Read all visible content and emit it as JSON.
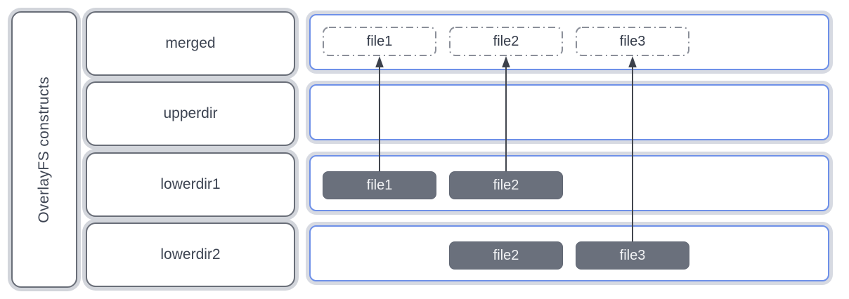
{
  "sidebar": {
    "label": "OverlayFS constructs"
  },
  "rows": [
    {
      "label": "merged",
      "files": [
        {
          "name": "file1",
          "style": "dashed"
        },
        {
          "name": "file2",
          "style": "dashed"
        },
        {
          "name": "file3",
          "style": "dashed"
        }
      ]
    },
    {
      "label": "upperdir",
      "files": []
    },
    {
      "label": "lowerdir1",
      "files": [
        {
          "name": "file1",
          "style": "solid"
        },
        {
          "name": "file2",
          "style": "solid"
        }
      ]
    },
    {
      "label": "lowerdir2",
      "files": [
        {
          "name": "file2",
          "style": "solid"
        },
        {
          "name": "file3",
          "style": "solid"
        }
      ]
    }
  ],
  "arrows": [
    {
      "from": "lowerdir1.file1",
      "to": "merged.file1"
    },
    {
      "from": "lowerdir1.file2",
      "to": "merged.file2"
    },
    {
      "from": "lowerdir2.file3",
      "to": "merged.file3"
    }
  ],
  "colors": {
    "panel_accent_blue": "#6E90E8",
    "box_stroke_gray": "#696E78",
    "outer_ring_gray": "#D2D5DB",
    "solid_file_fill": "#6A707C",
    "dashed_stroke": "#8B8F99",
    "arrow": "#43474F",
    "label_text": "#3D4452",
    "file_text_light": "#F2F3F5"
  }
}
